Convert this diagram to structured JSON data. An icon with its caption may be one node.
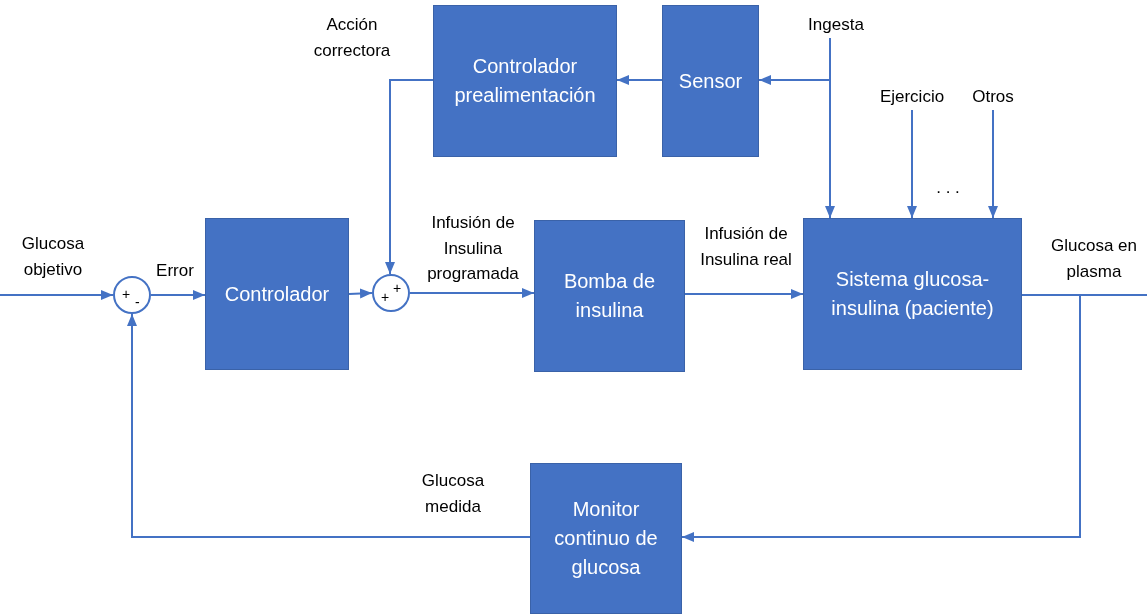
{
  "diagram": {
    "nodes": [
      {
        "text": [
          "Controlador prealimentación"
        ]
      },
      {
        "text": [
          "Sensor"
        ]
      },
      {
        "text": [
          "Controlador"
        ]
      },
      {
        "text": [
          "Bomba de insulina"
        ]
      },
      {
        "text": [
          "Sistema glucosa-insulina (paciente)"
        ]
      },
      {
        "text": [
          "Monitor continuo de glucosa"
        ]
      },
      {
        "text": [
          "+",
          "-"
        ]
      },
      {
        "text": [
          "+",
          "+"
        ]
      },
      {
        "text": [
          "Ingesta"
        ]
      },
      {
        "text": [
          "Ejercicio"
        ]
      },
      {
        "text": [
          "Otros"
        ]
      }
    ],
    "edges": [
      {
        "from": null,
        "to": 6,
        "arrow": "to",
        "label": "Glucosa objetivo"
      },
      {
        "from": 6,
        "to": 2,
        "arrow": "to",
        "label": "Error"
      },
      {
        "from": 2,
        "to": 7,
        "arrow": "to"
      },
      {
        "from": 0,
        "to": 7,
        "arrow": "to",
        "label": "Acción correctora"
      },
      {
        "from": 7,
        "to": 3,
        "arrow": "to",
        "label": "Infusión de Insulina programada"
      },
      {
        "from": 3,
        "to": 4,
        "arrow": "to",
        "label": "Infusión de Insulina real"
      },
      {
        "from": 1,
        "to": 0,
        "arrow": "to"
      },
      {
        "from": 8,
        "to": 1,
        "arrow": "to"
      },
      {
        "from": 8,
        "to": 4,
        "arrow": "to"
      },
      {
        "from": 9,
        "to": 4,
        "arrow": "to"
      },
      {
        "from": 10,
        "to": 4,
        "arrow": "to"
      },
      {
        "from": 4,
        "to": null,
        "arrow": "none",
        "label": "Glucosa en plasma"
      },
      {
        "from": 4,
        "to": 5,
        "arrow": "to"
      },
      {
        "from": 5,
        "to": 6,
        "arrow": "to",
        "label": "Glucosa medida"
      }
    ],
    "labels": [
      ". . ."
    ]
  }
}
